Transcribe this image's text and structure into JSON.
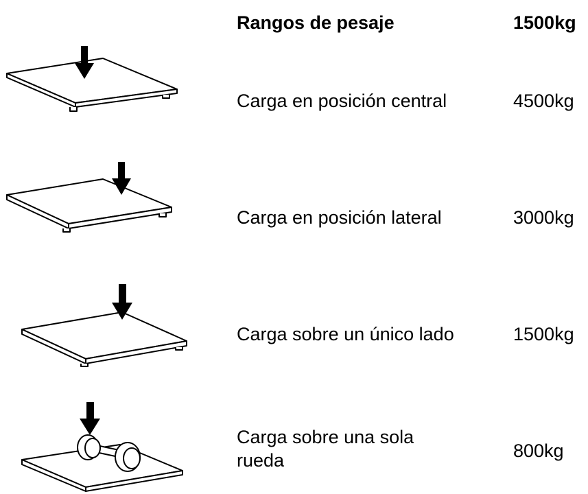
{
  "header": {
    "label": "Rangos de pesaje",
    "value": "1500kg"
  },
  "rows": [
    {
      "label": "Carga en posición central",
      "value": "4500kg",
      "icon": "scale-center-load-icon"
    },
    {
      "label": "Carga en posición lateral",
      "value": "3000kg",
      "icon": "scale-side-load-icon"
    },
    {
      "label": "Carga sobre un único lado",
      "value": "1500kg",
      "icon": "scale-edge-load-icon"
    },
    {
      "label": "Carga sobre una sola rueda",
      "value": "800kg",
      "icon": "scale-wheel-load-icon"
    }
  ]
}
